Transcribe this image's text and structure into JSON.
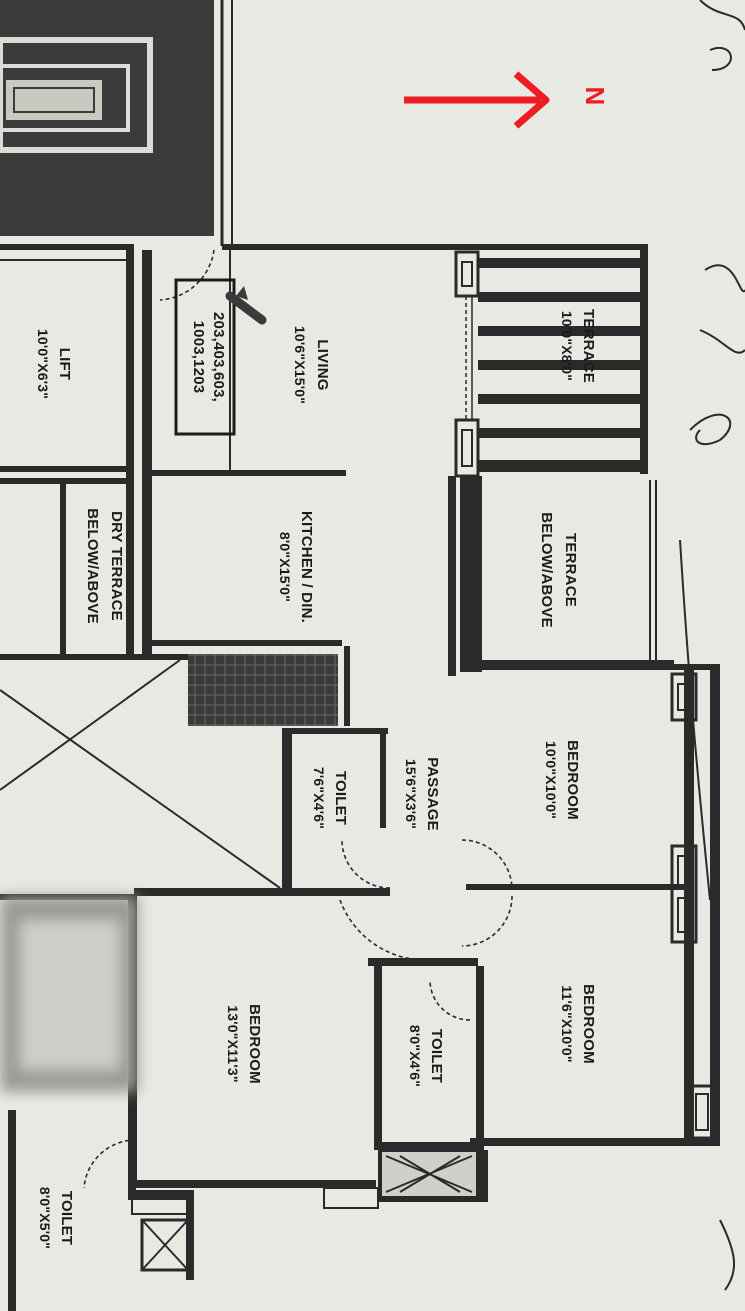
{
  "north_label": "N",
  "colors": {
    "paper": "#e9e9e4",
    "ink": "#1b1b1b",
    "arrow": "#ee1c25"
  },
  "rooms": {
    "living": {
      "name": "LIVING",
      "dim": "10'6\"X15'0\""
    },
    "kitchen": {
      "name": "KITCHEN / DIN.",
      "dim": "8'0\"X15'0\""
    },
    "lift": {
      "name": "LIFT",
      "dim": "10'0\"X6'3\""
    },
    "dry_terrace": {
      "name": "DRY TERRACE",
      "sub": "BELOW/ABOVE"
    },
    "terrace_top": {
      "name": "TERRACE",
      "dim": "10'0\"X8'0\""
    },
    "terrace_below": {
      "name": "TERRACE",
      "sub": "BELOW/ABOVE"
    },
    "bedroom_right": {
      "name": "BEDROOM",
      "dim": "10'0\"X10'0\""
    },
    "passage": {
      "name": "PASSAGE",
      "dim": "15'6\"X3'6\""
    },
    "toilet_mid": {
      "name": "TOILET",
      "dim": "7'6\"X4'6\""
    },
    "bedroom_lower_right": {
      "name": "BEDROOM",
      "dim": "11'6\"X10'0\""
    },
    "toilet_lower": {
      "name": "TOILET",
      "dim": "8'0\"X4'6\""
    },
    "bedroom_lower_left": {
      "name": "BEDROOM",
      "dim": "13'0\"X11'3\""
    },
    "toilet_bottom": {
      "name": "TOILET",
      "dim": "8'0\"X5'0\""
    }
  },
  "unit_numbers": {
    "line1": "203,403,603,",
    "line2": "1003,1203"
  }
}
